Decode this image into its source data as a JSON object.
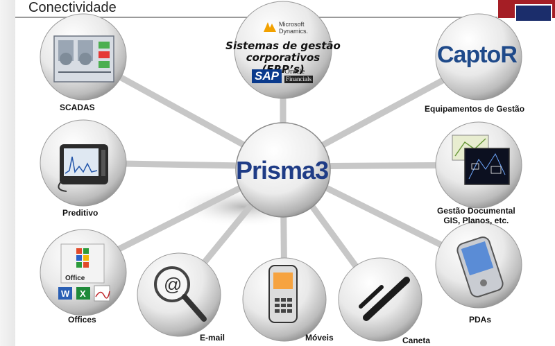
{
  "slide": {
    "title": "Conectividade"
  },
  "hub": {
    "label": "Prisma3"
  },
  "nodes": {
    "erp": {
      "label": "Sistemas de gestão corporativos (ERP’s)",
      "line1": "Sistemas de gestão",
      "line2": "corporativos (ERP’s)",
      "logo_microsoft": "Microsoft",
      "logo_dynamics": "Dynamics.",
      "logo_sap": "SAP",
      "logo_oracle_1": "Oracle",
      "logo_oracle_2": "Financials"
    },
    "scadas": {
      "label": "SCADAS"
    },
    "captor": {
      "label": "Equipamentos de Gestão",
      "logo": "CaptoR"
    },
    "preditivo": {
      "label": "Preditivo"
    },
    "gestao_documental": {
      "line1": "Gestão Documental",
      "line2": "GIS, Planos, etc."
    },
    "offices": {
      "label": "Offices",
      "logo_office": "Office"
    },
    "email": {
      "label": "E-mail"
    },
    "moveis": {
      "label": "Móveis"
    },
    "caneta": {
      "label": "Caneta"
    },
    "pdas": {
      "label": "PDAs"
    }
  },
  "colors": {
    "accent_red": "#a51e25",
    "accent_navy": "#1b2d6b",
    "hub_text": "#1f3c86",
    "captor_text": "#1f4a8a",
    "spoke": "#c7c7c7"
  }
}
